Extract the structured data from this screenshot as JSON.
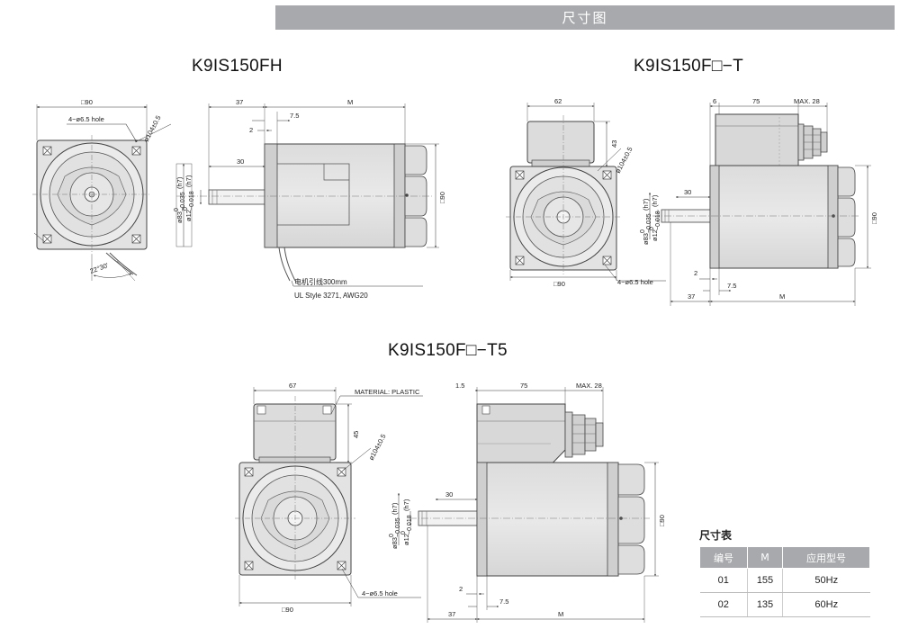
{
  "banner": {
    "title": "尺寸图"
  },
  "views": {
    "fh": {
      "model": "K9IS150FH",
      "square": "□90",
      "holes": "4−ø6.5 hole",
      "pcd": "ø104±0.5",
      "pilot": "ø83",
      "pilot_tol_up": "0",
      "pilot_tol_down": "−0.035",
      "pilot_fit": "(h7)",
      "shaft": "ø12",
      "shaft_tol_up": "0",
      "shaft_tol_down": "−0.018",
      "shaft_fit": "(h7)",
      "angle": "22°30'",
      "d37": "37",
      "dM": "M",
      "d75": "7.5",
      "d2": "2",
      "d30": "30",
      "d90": "□90",
      "lead1": "电机引线300mm",
      "lead2": "UL Style 3271, AWG20"
    },
    "t": {
      "model": "K9IS150F□−T",
      "d62": "62",
      "d43": "43",
      "d6": "6",
      "d75": "75",
      "dmax": "MAX. 28",
      "pcd": "ø104±0.5",
      "pilot": "ø83",
      "pilot_tol_up": "0",
      "pilot_tol_down": "−0.035",
      "pilot_fit": "(h7)",
      "shaft": "ø12",
      "shaft_tol_up": "0",
      "shaft_tol_down": "−0.018",
      "shaft_fit": "(h7)",
      "d30": "30",
      "d90v": "□90",
      "d90": "□90",
      "holes": "4−ø6.5 hole",
      "d2": "2",
      "d7": "7.5",
      "d37": "37",
      "dM": "M"
    },
    "t5": {
      "model": "K9IS150F□−T5",
      "d67": "67",
      "material": "MATERIAL: PLASTIC",
      "d45": "45",
      "pcd": "ø104±0.5",
      "pilot": "ø83",
      "pilot_tol_up": "0",
      "pilot_tol_down": "−0.035",
      "pilot_fit": "(h7)",
      "shaft": "ø12",
      "shaft_tol_up": "0",
      "shaft_tol_down": "−0.018",
      "shaft_fit": "(h7)",
      "d15": "1.5",
      "d75": "75",
      "dmax": "MAX. 28",
      "d30": "30",
      "d90v": "□90",
      "d90": "□90",
      "holes": "4−ø6.5 hole",
      "d2": "2",
      "d7": "7.5",
      "d37": "37",
      "dM": "M"
    }
  },
  "size_table": {
    "title": "尺寸表",
    "headers": [
      "编号",
      "M",
      "应用型号"
    ],
    "rows": [
      [
        "01",
        "155",
        "50Hz"
      ],
      [
        "02",
        "135",
        "60Hz"
      ]
    ]
  }
}
